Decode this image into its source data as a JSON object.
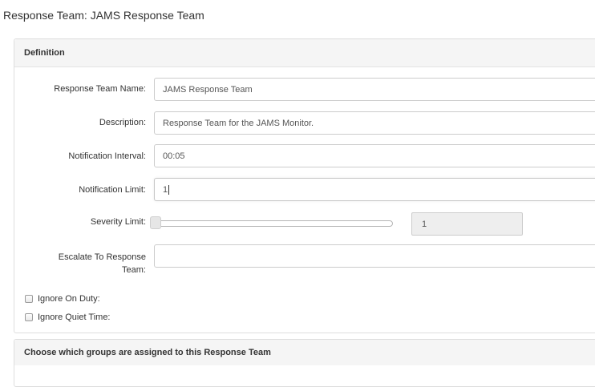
{
  "page": {
    "title": "Response Team: JAMS Response Team"
  },
  "definition": {
    "heading": "Definition",
    "fields": {
      "name": {
        "label": "Response Team Name:",
        "value": "JAMS Response Team"
      },
      "description": {
        "label": "Description:",
        "value": "Response Team for the JAMS Monitor."
      },
      "interval": {
        "label": "Notification Interval:",
        "value": "00:05"
      },
      "limit": {
        "label": "Notification Limit:",
        "value": "1"
      },
      "severity": {
        "label": "Severity Limit:",
        "value": "1",
        "slider_fraction": 0.0
      },
      "escalate": {
        "label": "Escalate To Response Team:",
        "value": ""
      }
    },
    "checkboxes": {
      "ignore_on_duty": {
        "label": "Ignore On Duty:",
        "checked": false
      },
      "ignore_quiet_time": {
        "label": "Ignore Quiet Time:",
        "checked": false
      }
    }
  },
  "groups": {
    "heading": "Choose which groups are assigned to this Response Team"
  }
}
